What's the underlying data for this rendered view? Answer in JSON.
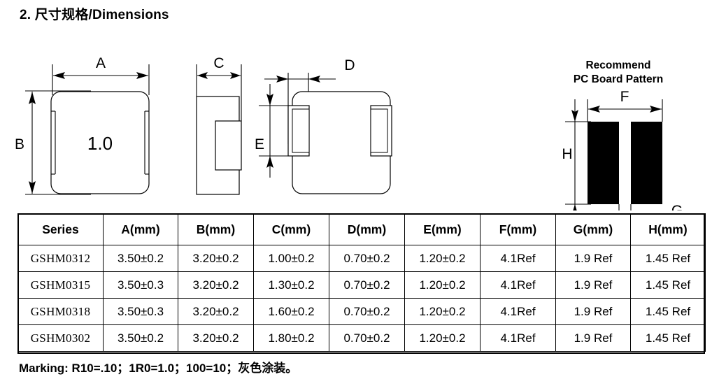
{
  "page": {
    "title": "2. 尺寸规格/Dimensions",
    "marking_note": "Marking: R10=.10；1R0=1.0；100=10；灰色涂装。"
  },
  "drawings": {
    "top_view": {
      "name": "top-view",
      "marking_text": "1.0",
      "dimension_a": "A",
      "dimension_b": "B"
    },
    "side_view": {
      "name": "side-view",
      "dimension_c": "C"
    },
    "bottom_view": {
      "name": "bottom-view",
      "dimension_d": "D",
      "dimension_e": "E"
    },
    "pcb_pattern": {
      "name": "pcb-pattern",
      "title_line1": "Recommend",
      "title_line2": "PC Board Pattern",
      "dimension_f": "F",
      "dimension_g": "G",
      "dimension_h": "H"
    }
  },
  "table": {
    "headers": [
      "Series",
      "A(mm)",
      "B(mm)",
      "C(mm)",
      "D(mm)",
      "E(mm)",
      "F(mm)",
      "G(mm)",
      "H(mm)"
    ],
    "rows": [
      {
        "series": "GSHM0312",
        "a": "3.50±0.2",
        "b": "3.20±0.2",
        "c": "1.00±0.2",
        "d": "0.70±0.2",
        "e": "1.20±0.2",
        "f": "4.1Ref",
        "g": "1.9 Ref",
        "h": "1.45 Ref"
      },
      {
        "series": "GSHM0315",
        "a": "3.50±0.3",
        "b": "3.20±0.2",
        "c": "1.30±0.2",
        "d": "0.70±0.2",
        "e": "1.20±0.2",
        "f": "4.1Ref",
        "g": "1.9 Ref",
        "h": "1.45 Ref"
      },
      {
        "series": "GSHM0318",
        "a": "3.50±0.3",
        "b": "3.20±0.2",
        "c": "1.60±0.2",
        "d": "0.70±0.2",
        "e": "1.20±0.2",
        "f": "4.1Ref",
        "g": "1.9 Ref",
        "h": "1.45 Ref"
      },
      {
        "series": "GSHM0302",
        "a": "3.50±0.2",
        "b": "3.20±0.2",
        "c": "1.80±0.2",
        "d": "0.70±0.2",
        "e": "1.20±0.2",
        "f": "4.1Ref",
        "g": "1.9 Ref",
        "h": "1.45 Ref"
      }
    ]
  },
  "colors": {
    "line": "#000000",
    "pad_fill": "#000000",
    "background": "#ffffff"
  }
}
